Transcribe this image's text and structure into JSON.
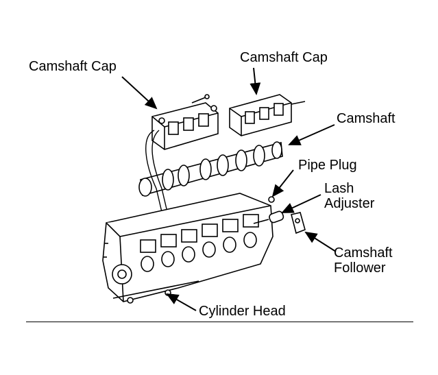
{
  "labels": {
    "camshaft_cap_left": "Camshaft Cap",
    "camshaft_cap_right": "Camshaft Cap",
    "camshaft": "Camshaft",
    "pipe_plug": "Pipe Plug",
    "lash_adjuster_line1": "Lash",
    "lash_adjuster_line2": "Adjuster",
    "camshaft_follower_line1": "Camshaft",
    "camshaft_follower_line2": "Follower",
    "cylinder_head": "Cylinder Head"
  },
  "colors": {
    "ink": "#000000",
    "paper": "#ffffff"
  }
}
